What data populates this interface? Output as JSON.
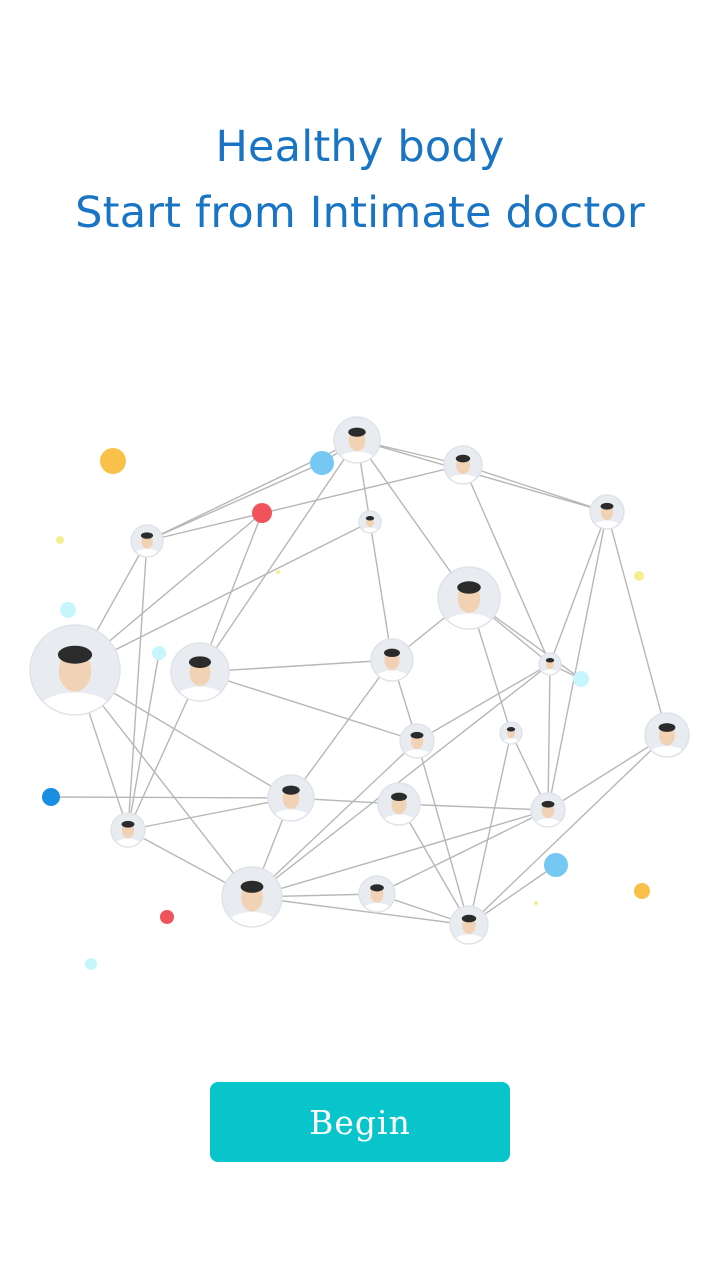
{
  "headline": {
    "line1": "Healthy body",
    "line2": "Start from Intimate doctor"
  },
  "network": {
    "line_color": "#b7b7b7",
    "avatar_ring_color": "#e8ebf0",
    "skin_color": "#f2d2b5",
    "hair_color": "#2b2b2b",
    "coat_color": "#ffffff",
    "accent_colors": {
      "orange": "#f9c04a",
      "red": "#f0545a",
      "sky": "#74c8f2",
      "cyan": "#c6f6fb",
      "blue": "#1a8ee0",
      "yellow": "#f4ee90"
    }
  },
  "actions": {
    "begin_label": "Begin"
  },
  "colors": {
    "headline": "#1a74c4",
    "button_bg": "#08c5cc",
    "button_text": "#ffffff",
    "background": "#ffffff"
  }
}
